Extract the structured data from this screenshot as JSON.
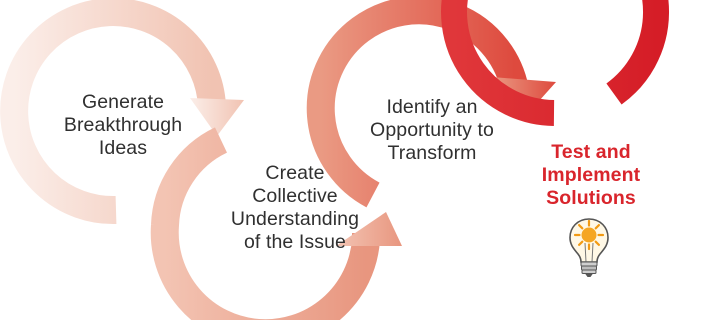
{
  "steps": [
    {
      "lines": [
        "Generate",
        "Breakthrough",
        "Ideas"
      ]
    },
    {
      "lines": [
        "Create",
        "Collective",
        "Understanding",
        "of the Issue"
      ]
    },
    {
      "lines": [
        "Identify an",
        "Opportunity to",
        "Transform"
      ]
    },
    {
      "lines": [
        "Test and",
        "Implement",
        "Solutions"
      ],
      "emphasis": true
    }
  ],
  "colors": {
    "ring_1": "#f5d9cf",
    "ring_2": "#eda78e",
    "ring_3": "#e46a52",
    "ring_4": "#d9252c",
    "highlight_text": "#d9252c",
    "text": "#303030"
  },
  "icons": {
    "final_step": "lightbulb-icon"
  }
}
